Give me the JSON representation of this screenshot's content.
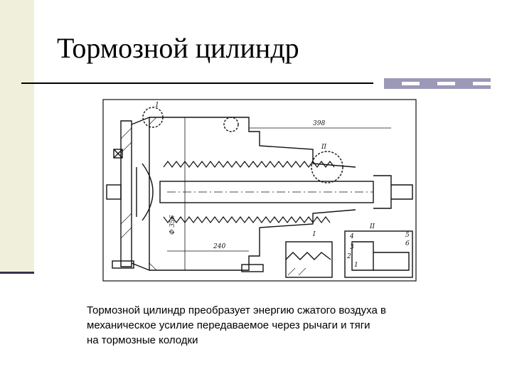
{
  "slide": {
    "title": "Тормозной цилиндр",
    "caption_lines": [
      "Тормозной цилиндр преобразует энергию сжатого воздуха в",
      "механическое усилие передаваемое через рычаги и тяги",
      "на тормозные колодки"
    ]
  },
  "drawing": {
    "labels": {
      "callout_1_top": "1",
      "callout_2": "II",
      "callout_1_lower": "I",
      "callout_2_lower": "II",
      "dim_398": "398",
      "dim_240": "240",
      "dim_356": "Ф 356",
      "part_1": "1",
      "part_2": "2",
      "part_3": "3",
      "part_4": "4",
      "part_5": "5",
      "part_6": "6"
    }
  },
  "colors": {
    "accent_bar": "#3a2e55",
    "left_panel": "#f0efdc",
    "checker": "#9b98b8"
  }
}
